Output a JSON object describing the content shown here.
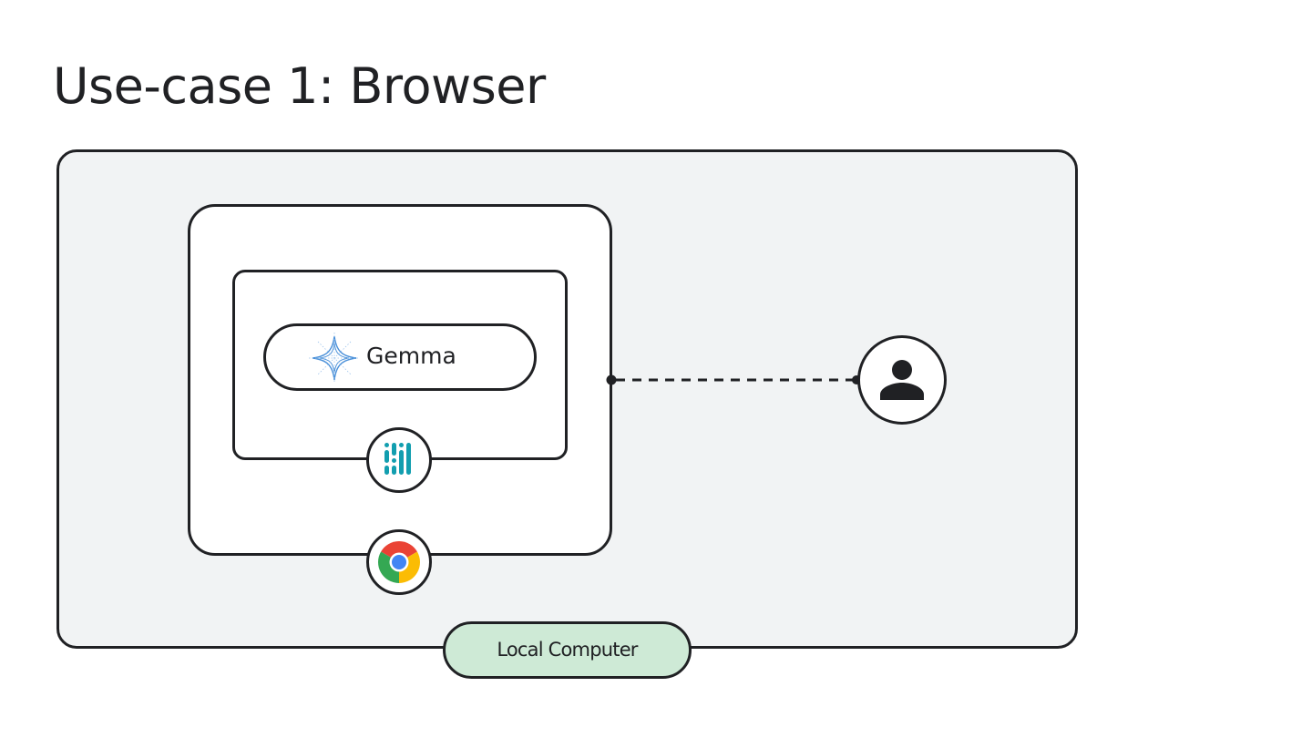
{
  "title": "Use-case 1: Browser",
  "diagram": {
    "model_label": "Gemma",
    "environment_label": "Local Computer",
    "icons": {
      "model": "gemma-sparkle-icon",
      "runtime": "mediapipe-icon",
      "browser": "chrome-icon",
      "user": "person-icon"
    },
    "colors": {
      "stroke": "#202124",
      "environment_fill": "#f1f3f4",
      "badge_fill": "#ceead6",
      "runtime_icon": "#129eaf",
      "gemma_icon": "#4a90d9"
    }
  }
}
